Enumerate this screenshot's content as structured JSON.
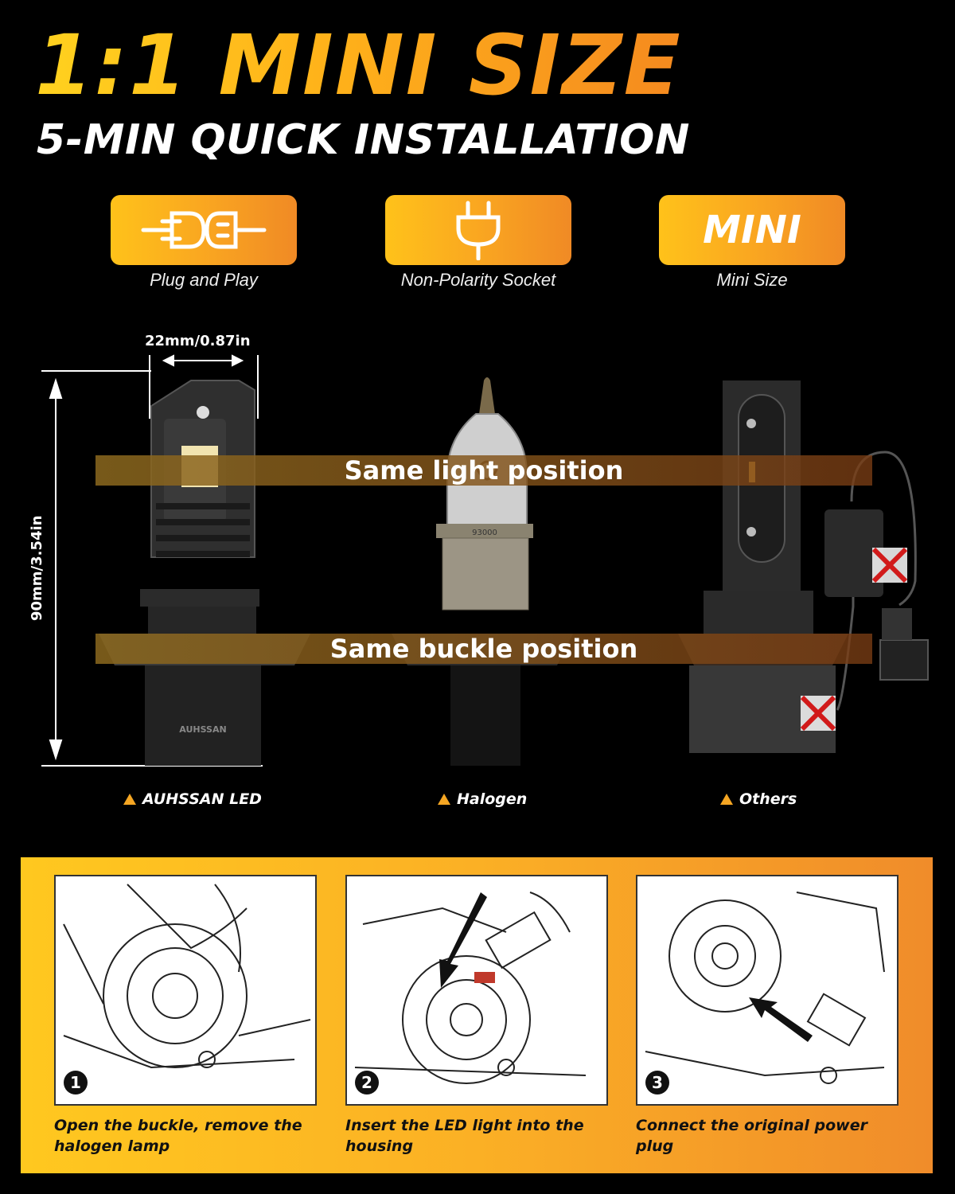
{
  "header": {
    "title": "1:1 MINI SIZE",
    "subtitle": "5-MIN QUICK INSTALLATION"
  },
  "features": [
    {
      "icon": "plug-socket-icon",
      "label": "Plug and Play"
    },
    {
      "icon": "power-plug-icon",
      "label": "Non-Polarity Socket"
    },
    {
      "badge_text": "MINI",
      "label": "Mini Size"
    }
  ],
  "comparison": {
    "width_dim": "22mm/0.87in",
    "height_dim": "90mm/3.54in",
    "light_band": "Same light position",
    "buckle_band": "Same buckle position",
    "brand_mark": "AUHSSAN",
    "halogen_mark": "93000",
    "products": [
      "AUHSSAN LED",
      "Halogen",
      "Others"
    ]
  },
  "steps": [
    {
      "number": "1",
      "caption": "Open the buckle, remove the halogen lamp"
    },
    {
      "number": "2",
      "caption": "Insert the LED light into the housing"
    },
    {
      "number": "3",
      "caption": "Connect the original power plug"
    }
  ],
  "colors": {
    "accent_yellow": "#ffc21a",
    "accent_orange": "#f08a25",
    "background": "#000000",
    "x_mark": "#d11a1a"
  }
}
